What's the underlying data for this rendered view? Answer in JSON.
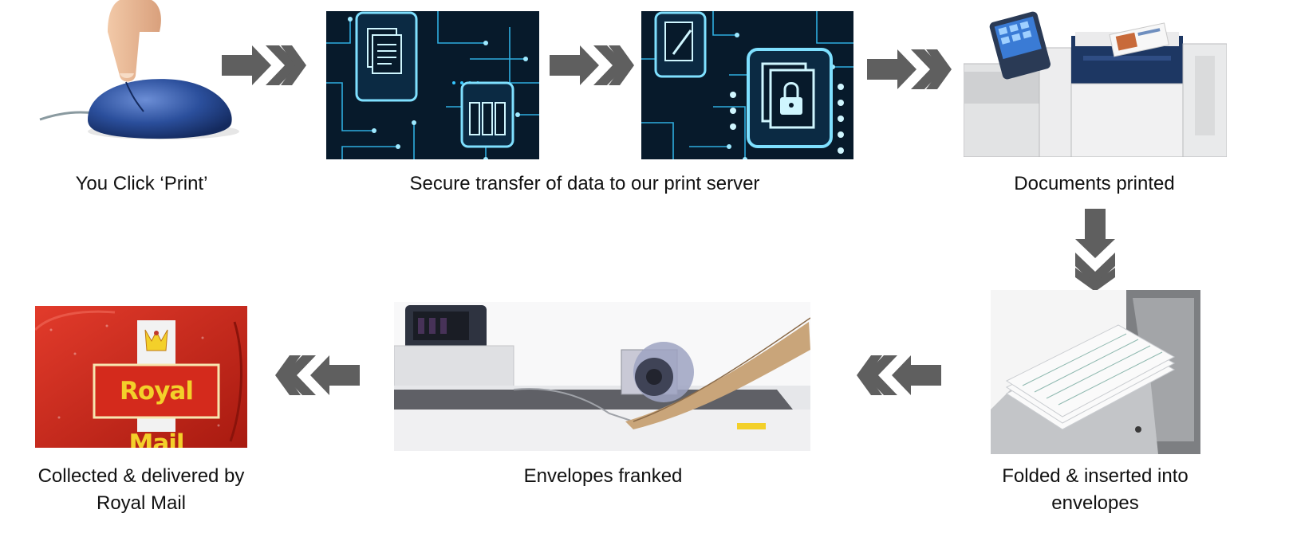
{
  "steps": [
    {
      "caption": "You Click ‘Print’",
      "icon": "mouse-click-icon"
    },
    {
      "caption": "Secure transfer of data to our print server",
      "icon": "secure-data-icon"
    },
    {
      "caption": "Documents printed",
      "icon": "printer-icon"
    },
    {
      "caption": "Folded & inserted into envelopes",
      "icon": "envelope-inserter-icon"
    },
    {
      "caption": "Envelopes franked",
      "icon": "franking-machine-icon"
    },
    {
      "caption": "Collected & delivered by Royal Mail",
      "icon": "royal-mail-van-icon"
    }
  ],
  "logo_text": "Royal Mail",
  "colors": {
    "arrow": "#5f5f5f",
    "circuit_bg": "#071a2b",
    "circuit_glow": "#35c7ff",
    "royal_red": "#d42a1c",
    "royal_yellow": "#f3d02a",
    "mouse_blue": "#2b4f9c",
    "printer_navy": "#1d3763"
  }
}
